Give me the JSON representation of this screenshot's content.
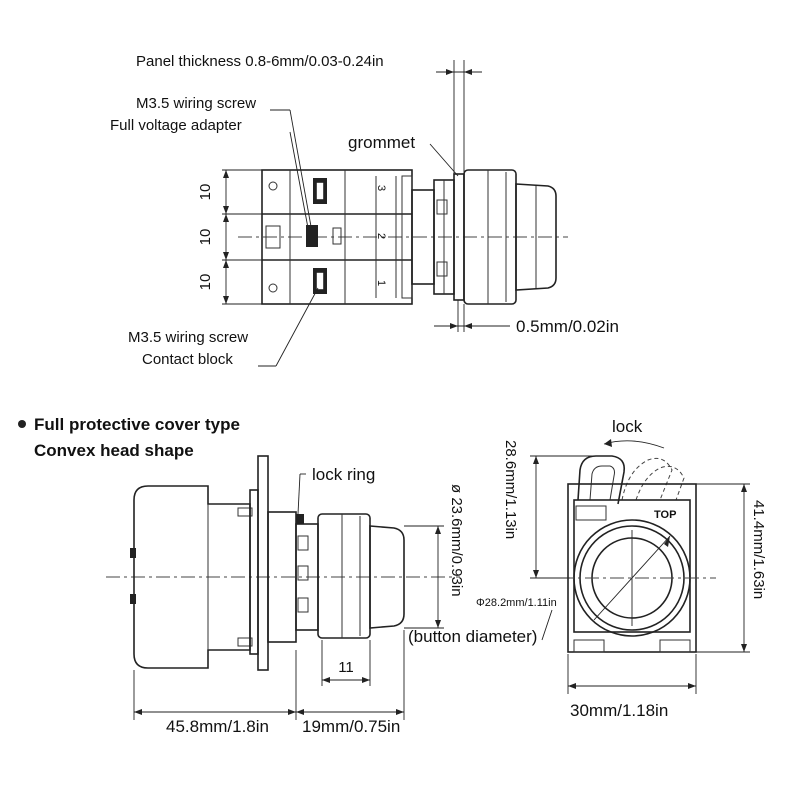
{
  "top_view": {
    "panel_thickness": "Panel thickness 0.8-6mm/0.03-0.24in",
    "screw_full_voltage_line1": "M3.5 wiring screw",
    "screw_full_voltage_line2": "Full voltage adapter",
    "grommet": "grommet",
    "dim_10_top": "10",
    "dim_10_mid": "10",
    "dim_10_bottom": "10",
    "terminal_3": "3",
    "terminal_2": "2",
    "terminal_1": "1",
    "gap": "0.5mm/0.02in",
    "screw_contact_line1": "M3.5 wiring screw",
    "screw_contact_line2": "Contact block"
  },
  "side_view": {
    "title_line1": "Full protective cover type",
    "title_line2": "Convex head shape",
    "lock_ring": "lock ring",
    "diameter_head": "ø 23.6mm/0.93in",
    "dim_11": "11",
    "length_body": "45.8mm/1.8in",
    "length_head": "19mm/0.75in"
  },
  "front_view": {
    "lock": "lock",
    "height_lock": "28.6mm/1.13in",
    "height_total": "41.4mm/1.63in",
    "button_diameter": "Φ28.2mm/1.11in",
    "button_diameter_note": "(button diameter)",
    "top_mark": "TOP",
    "width": "30mm/1.18in"
  }
}
